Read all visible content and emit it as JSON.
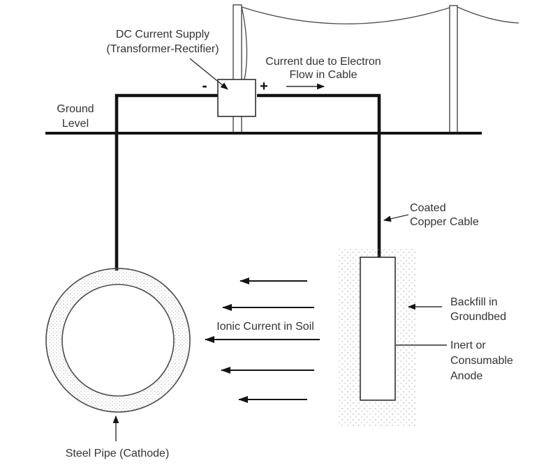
{
  "colors": {
    "background": "#ffffff",
    "cable": "#141414",
    "thin-line": "#4a4a4a",
    "border": "#2f2f2f",
    "text": "#333333",
    "stipple": "#9aa0a8"
  },
  "labels": {
    "dc_supply": {
      "line1": "DC Current Supply",
      "line2": "(Transformer-Rectifier)"
    },
    "electron_flow": {
      "line1": "Current due to Electron",
      "line2": "Flow in Cable"
    },
    "terminals": {
      "minus": "-",
      "plus": "+"
    },
    "ground_level": {
      "line1": "Ground",
      "line2": "Level"
    },
    "coated_cable": {
      "line1": "Coated",
      "line2": "Copper Cable"
    },
    "backfill": {
      "line1": "Backfill in",
      "line2": "Groundbed"
    },
    "anode": {
      "line1": "Inert or",
      "line2": "Consumable",
      "line3": "Anode"
    },
    "ionic_current": "Ionic Current in Soil",
    "steel_pipe": "Steel Pipe (Cathode)"
  }
}
